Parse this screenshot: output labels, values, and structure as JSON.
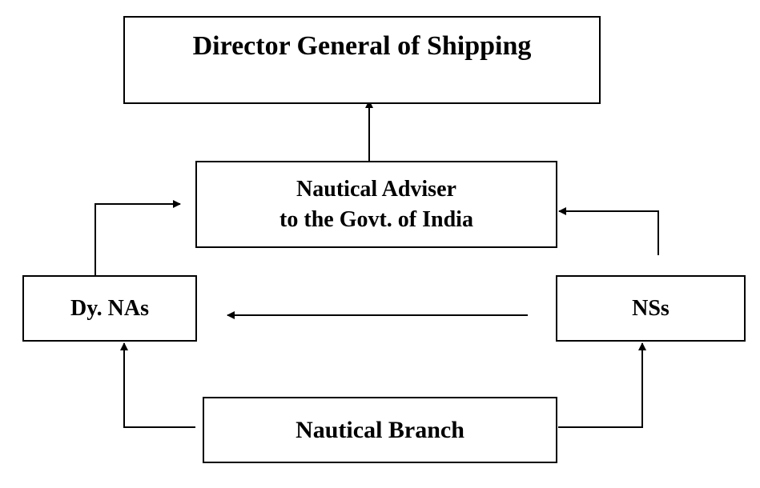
{
  "nodes": {
    "director_general": {
      "label": "Director General of Shipping"
    },
    "nautical_adviser": {
      "line1": "Nautical Adviser",
      "line2": "to the Govt. of India"
    },
    "dy_nas": {
      "label": "Dy. NAs"
    },
    "nss": {
      "label": "NSs"
    },
    "nautical_branch": {
      "label": "Nautical Branch"
    }
  },
  "edges": [
    {
      "from": "nautical_adviser",
      "to": "director_general"
    },
    {
      "from": "dy_nas",
      "to": "nautical_adviser"
    },
    {
      "from": "nss",
      "to": "nautical_adviser"
    },
    {
      "from": "nss",
      "to": "dy_nas"
    },
    {
      "from": "nautical_branch",
      "to": "dy_nas"
    },
    {
      "from": "nautical_branch",
      "to": "nss"
    }
  ],
  "colors": {
    "line": "#000000",
    "background": "#ffffff"
  }
}
